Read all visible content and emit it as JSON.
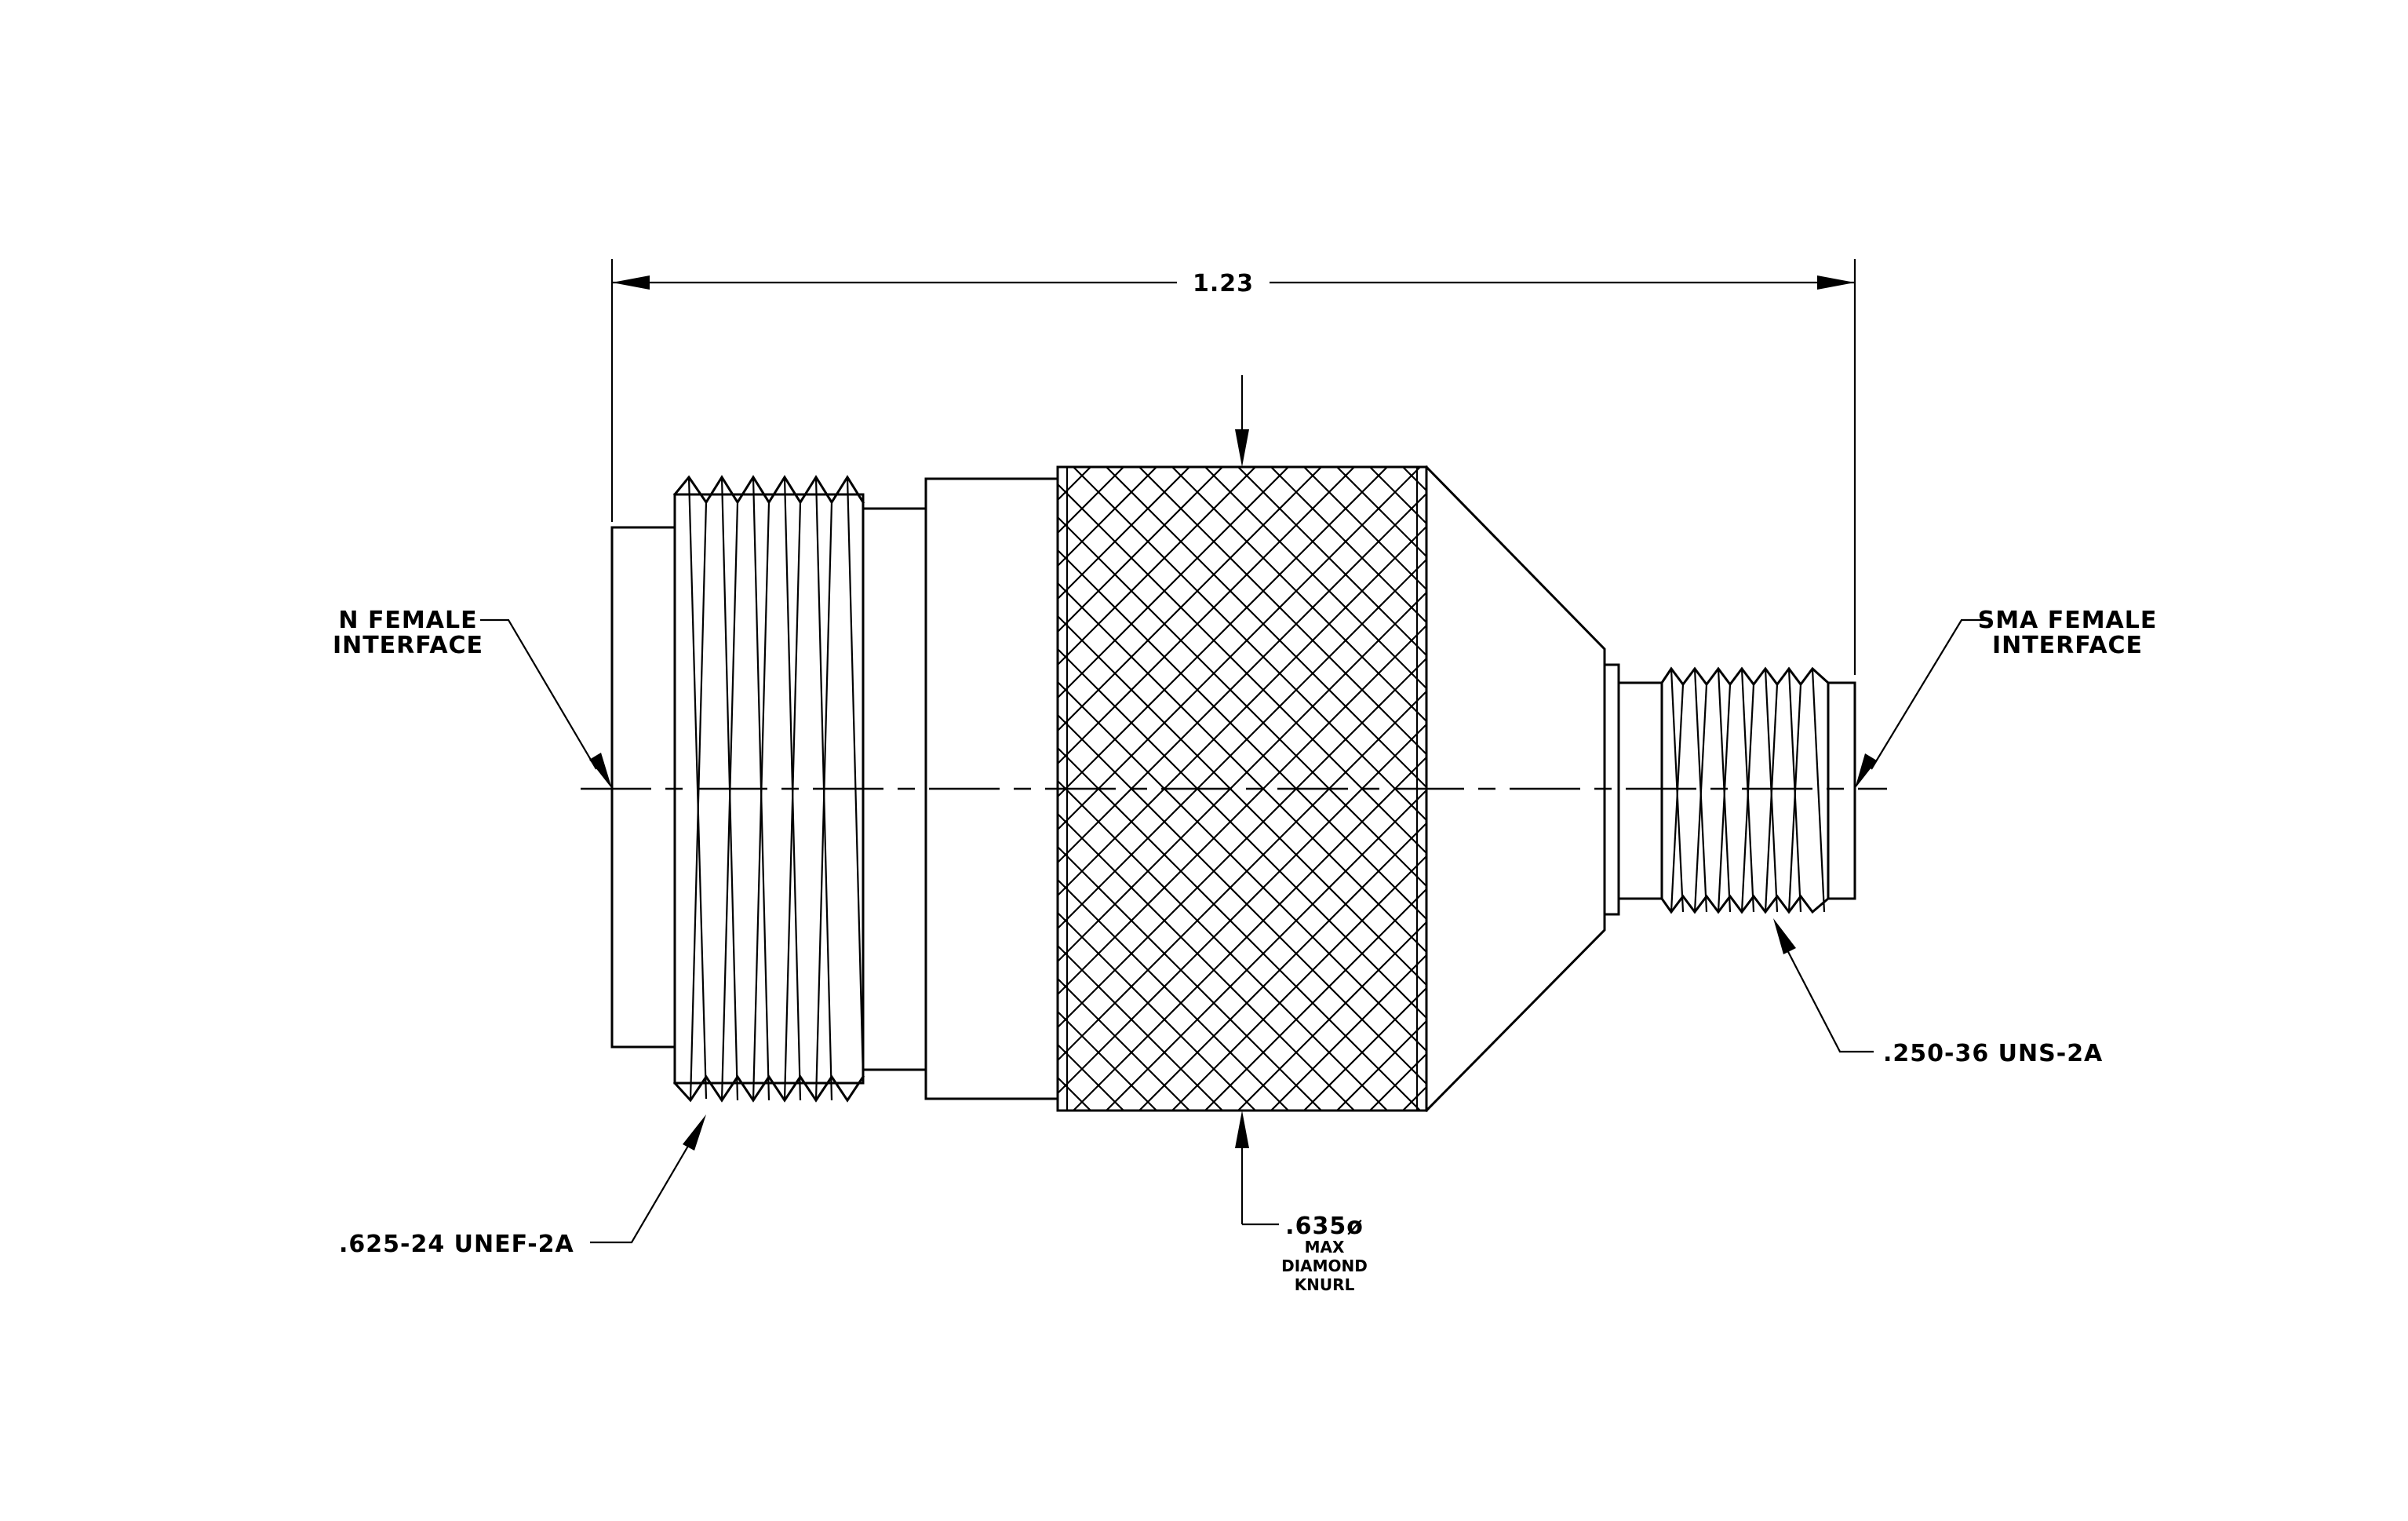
{
  "labels": {
    "overall_length": "1.23",
    "n_female_line1": "N FEMALE",
    "n_female_line2": "INTERFACE",
    "sma_female_line1": "SMA FEMALE",
    "sma_female_line2": "INTERFACE",
    "n_thread": ".625-24 UNEF-2A",
    "sma_thread": ".250-36 UNS-2A",
    "knurl_dia": ".635ø",
    "knurl_max": "MAX",
    "knurl_diamond": "DIAMOND",
    "knurl_knurl": "KNURL"
  },
  "colors": {
    "line": "#000000",
    "background": "#ffffff"
  }
}
